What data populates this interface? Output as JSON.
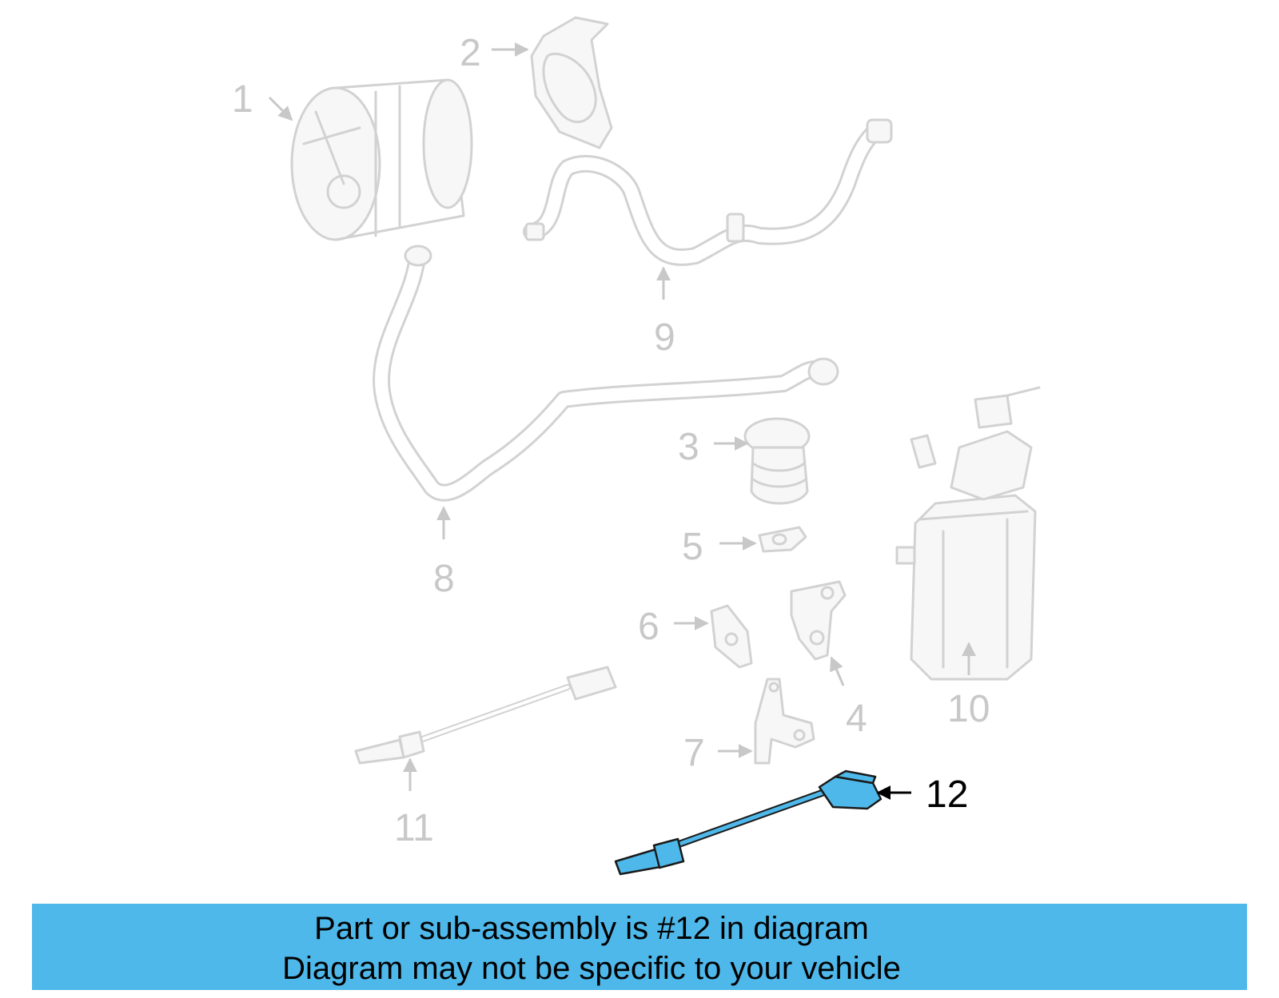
{
  "diagram": {
    "callouts": {
      "c1": "1",
      "c2": "2",
      "c3": "3",
      "c4": "4",
      "c5": "5",
      "c6": "6",
      "c7": "7",
      "c8": "8",
      "c9": "9",
      "c10": "10",
      "c11": "11",
      "c12": "12"
    },
    "highlighted_part": "12",
    "colors": {
      "highlight": "#4fb8ea",
      "ghost": "#d2d2d2",
      "banner": "#4fb8ea"
    }
  },
  "banner": {
    "line1": "Part or sub-assembly is #12 in diagram",
    "line2": "Diagram may not be specific to your vehicle"
  }
}
